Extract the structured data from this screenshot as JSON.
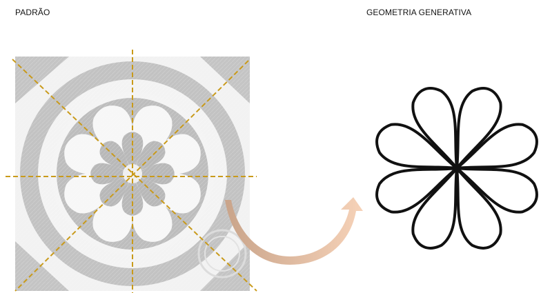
{
  "labels": {
    "left": "PADRÃO",
    "right": "GEOMETRIA GENERATIVA"
  },
  "pattern_tile": {
    "tile_color": "#f2f2f2",
    "motif_color": "#bcbcbc",
    "guide_color": "#c99a1a",
    "guide_lines": [
      "vertical",
      "horizontal",
      "diagonal",
      "anti-diagonal"
    ]
  },
  "transform_arrow": {
    "gradient_start": "#c9a48a",
    "gradient_end": "#f6d2b8"
  },
  "generative_flower": {
    "petal_count": 8,
    "stroke_color": "#111111"
  }
}
